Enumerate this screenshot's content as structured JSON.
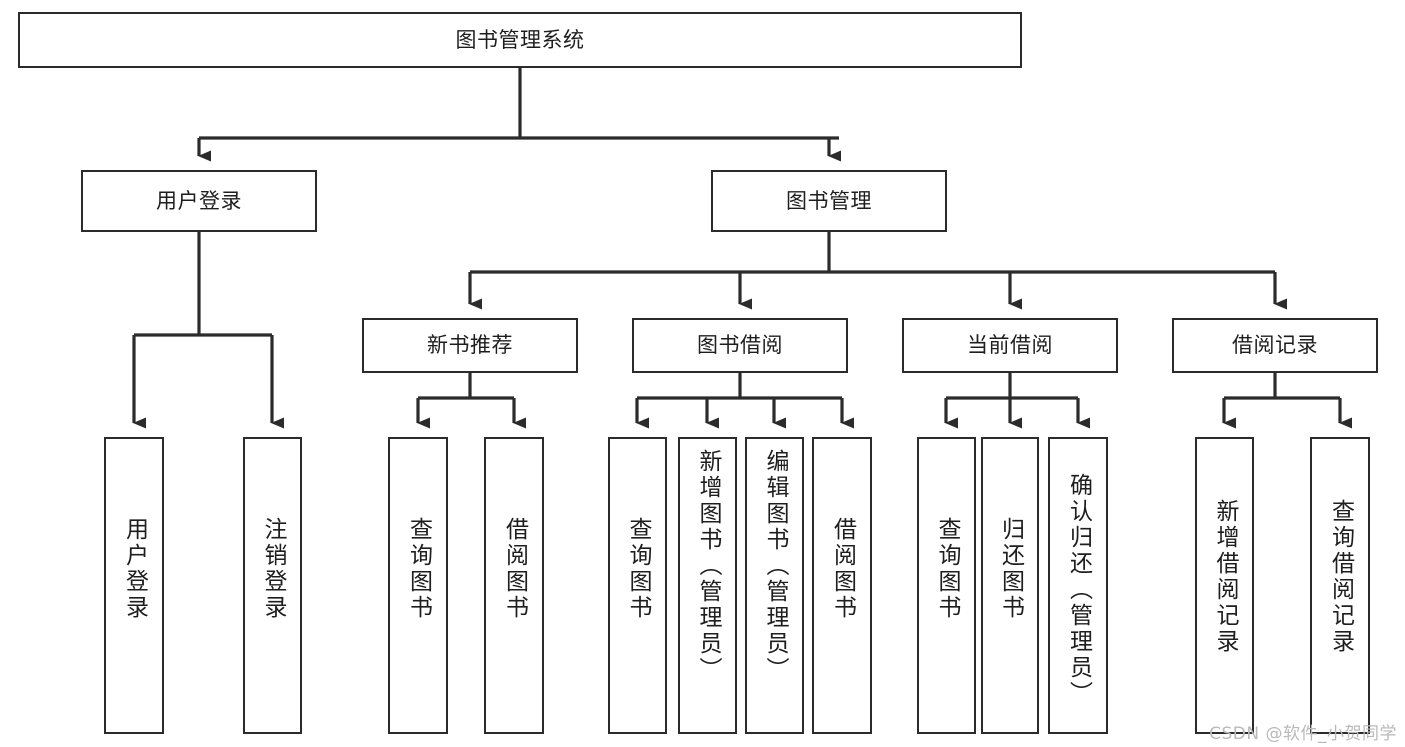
{
  "diagram": {
    "type": "tree-hierarchy",
    "title": "图书管理系统",
    "watermark": "CSDN @软件_小贺同学",
    "colors": {
      "stroke": "#2b2b2b",
      "fill": "#ffffff",
      "text": "#1e1e1e",
      "watermark": "#b9b9b9"
    },
    "levels": {
      "root": {
        "label": "图书管理系统"
      },
      "level2": [
        {
          "label": "用户登录"
        },
        {
          "label": "图书管理"
        }
      ],
      "level3": [
        {
          "label": "新书推荐"
        },
        {
          "label": "图书借阅"
        },
        {
          "label": "当前借阅"
        },
        {
          "label": "借阅记录"
        }
      ],
      "leaves": [
        {
          "label": "用户登录"
        },
        {
          "label": "注销登录"
        },
        {
          "label": "查询图书"
        },
        {
          "label": "借阅图书"
        },
        {
          "label": "查询图书"
        },
        {
          "label": "新增图书（管理员）"
        },
        {
          "label": "编辑图书（管理员）"
        },
        {
          "label": "借阅图书"
        },
        {
          "label": "查询图书"
        },
        {
          "label": "归还图书"
        },
        {
          "label": "确认归还（管理员）"
        },
        {
          "label": "新增借阅记录"
        },
        {
          "label": "查询借阅记录"
        }
      ]
    }
  }
}
